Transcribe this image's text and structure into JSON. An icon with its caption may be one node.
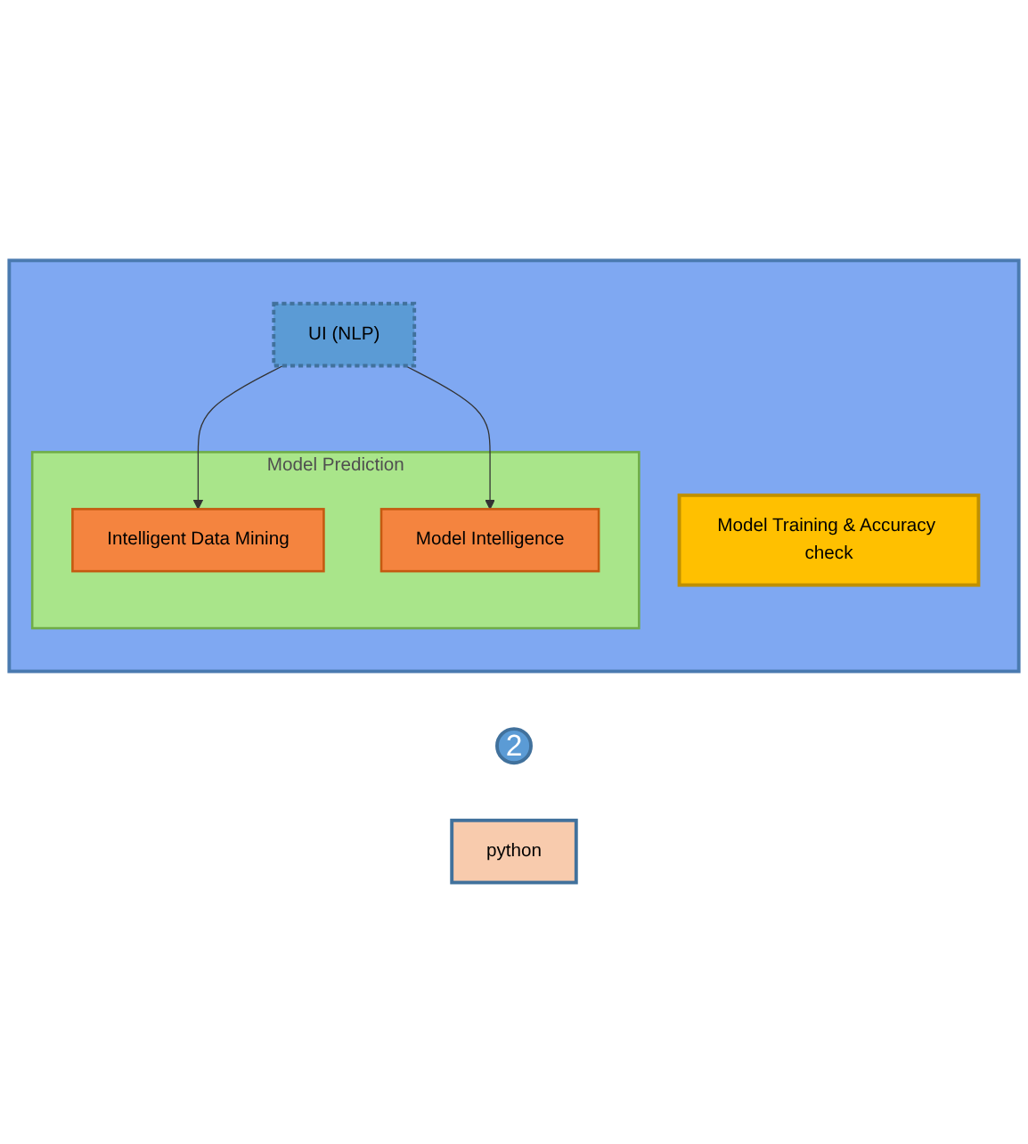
{
  "diagram": {
    "nodes": [
      {
        "text": [],
        "shape": "box"
      },
      {
        "text": [
          "2"
        ]
      },
      {
        "text": [
          "python"
        ]
      },
      {
        "text": [
          "Model Training & Accuracy check"
        ],
        "in": 0
      },
      {
        "text": [
          "UI (NLP)"
        ],
        "in": 0
      },
      {
        "text": [
          "Model Prediction"
        ],
        "in": 0
      },
      {
        "text": [
          "Intelligent Data Mining"
        ],
        "in": 5
      },
      {
        "text": [
          "Model Intelligence"
        ],
        "in": 5
      }
    ],
    "edges": [
      {
        "from": 4,
        "to": 6,
        "arrow": "to"
      },
      {
        "from": 4,
        "to": 7,
        "arrow": "to"
      }
    ]
  }
}
